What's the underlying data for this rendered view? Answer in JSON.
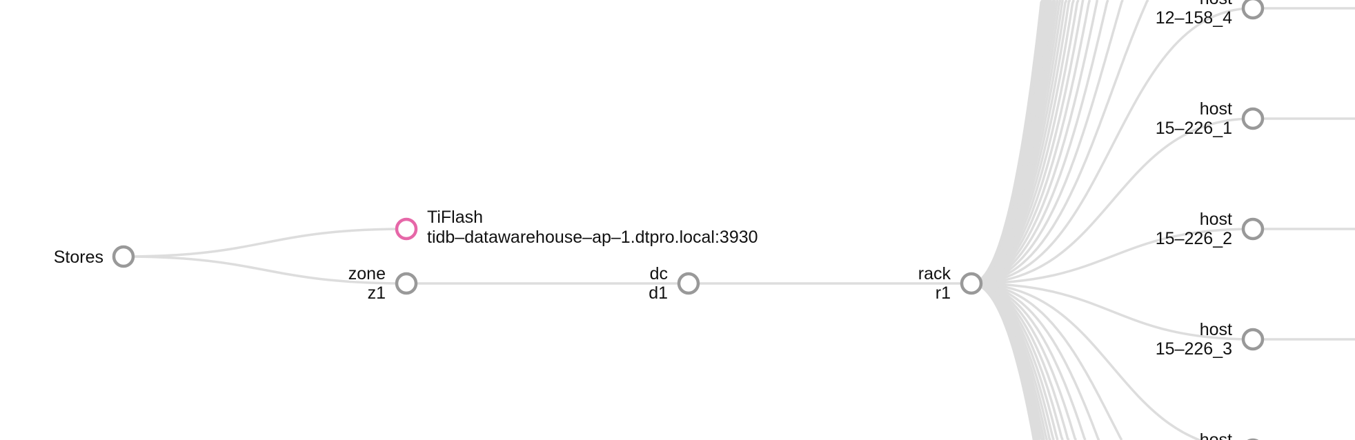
{
  "colors": {
    "link": "#dddddd",
    "node": "#999999",
    "tiflash": "#e667a8",
    "text": "#111111"
  },
  "tree": {
    "root": {
      "label": "Stores"
    },
    "tiflash": {
      "label": "TiFlash",
      "value": "tidb-datawarehouse-ap-1.dtpro.local:3930"
    },
    "zone": {
      "label": "zone",
      "value": "z1"
    },
    "dc": {
      "label": "dc",
      "value": "d1"
    },
    "rack": {
      "label": "rack",
      "value": "r1"
    },
    "hosts": [
      {
        "label": "host",
        "value": "12-158_4"
      },
      {
        "label": "host",
        "value": "15-226_1"
      },
      {
        "label": "host",
        "value": "15-226_2"
      },
      {
        "label": "host",
        "value": "15-226_3"
      },
      {
        "label": "host",
        "value": ""
      }
    ]
  }
}
